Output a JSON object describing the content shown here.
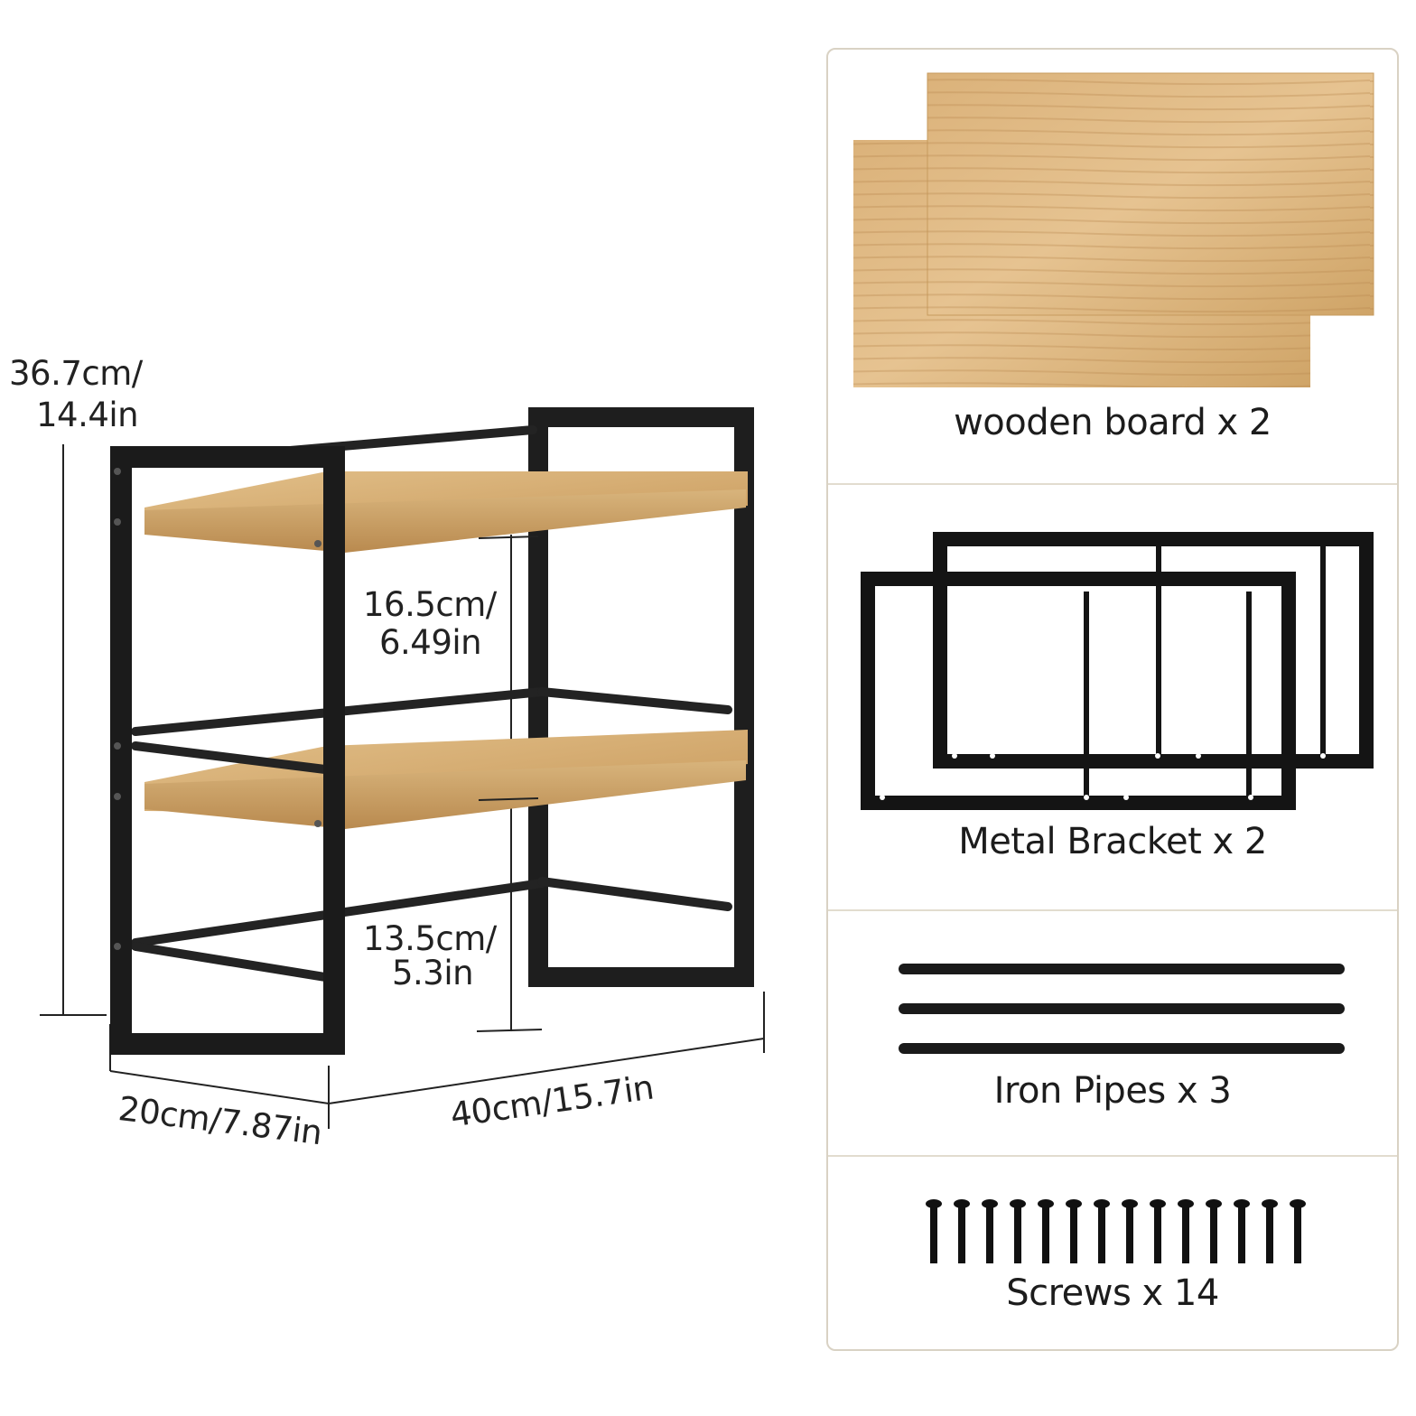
{
  "dimensions": {
    "height_cm": "36.7cm/",
    "height_in": "14.4in",
    "shelf_gap_cm": "16.5cm/",
    "shelf_gap_in": "6.49in",
    "bottom_gap_cm": "13.5cm/",
    "bottom_gap_in": "5.3in",
    "depth": "20cm/7.87in",
    "width": "40cm/15.7in"
  },
  "parts": [
    {
      "label": "wooden board x 2",
      "icon": "wooden-board-icon"
    },
    {
      "label": "Metal Bracket x 2",
      "icon": "metal-bracket-icon"
    },
    {
      "label": "Iron Pipes x 3",
      "icon": "iron-pipe-icon"
    },
    {
      "label": "Screws x 14",
      "icon": "screw-icon"
    }
  ],
  "colors": {
    "wood": "#d6ae72",
    "metal": "#1e1e1e",
    "panel_border": "#d9d2c4"
  }
}
